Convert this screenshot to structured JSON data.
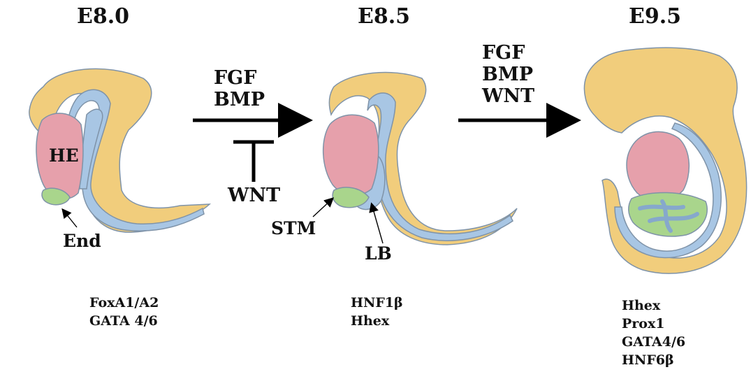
{
  "colors": {
    "background": "#ffffff",
    "embryo_body": "#f1cd7c",
    "endoderm": "#a8c6e4",
    "hepatic_endoderm": "#e6a0ab",
    "septum_transversum": "#a9d58c",
    "outline": "#7f93a8"
  },
  "stages": [
    {
      "title": "E8.0",
      "genes": [
        "FoxA1/A2",
        "GATA 4/6"
      ]
    },
    {
      "title": "E8.5",
      "genes": [
        "HNF1β",
        "Hhex"
      ]
    },
    {
      "title": "E9.5",
      "genes": [
        "Hhex",
        "Prox1",
        "GATA4/6",
        "HNF6β"
      ]
    }
  ],
  "transitions": [
    {
      "signals": [
        "FGF",
        "BMP"
      ],
      "inhibitor": "WNT"
    },
    {
      "signals": [
        "FGF",
        "BMP",
        "WNT"
      ]
    }
  ],
  "labels": {
    "he": "HE",
    "end": "End",
    "stm": "STM",
    "lb": "LB"
  }
}
